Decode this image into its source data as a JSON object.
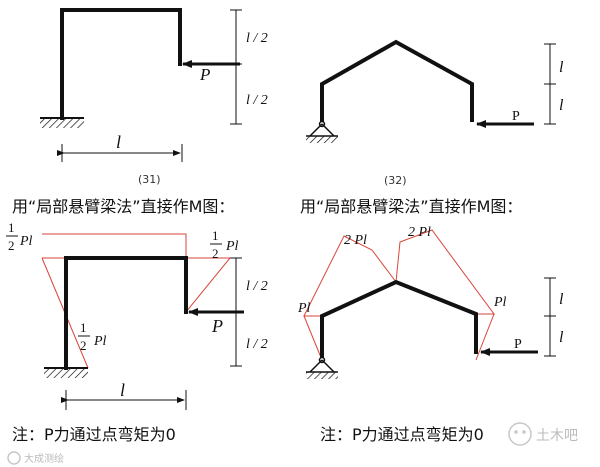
{
  "fig31": {
    "caption": "(31)",
    "load": "P",
    "span": "l",
    "half_top": "l / 2",
    "half_bottom": "l / 2"
  },
  "fig32": {
    "caption": "(32)",
    "load": "P",
    "dim_top": "l",
    "dim_bottom": "l"
  },
  "left_method": "用“局部悬臂梁法”直接作M图：",
  "right_method": "用“局部悬臂梁法”直接作M图：",
  "m31": {
    "frac_num": "1",
    "frac_den": "2",
    "pl": "Pl",
    "load": "P",
    "span": "l",
    "half_top": "l / 2",
    "half_bottom": "l / 2"
  },
  "m32": {
    "two_pl_left": "2 Pl",
    "two_pl_right": "2 Pl",
    "pl_left": "Pl",
    "pl_right": "Pl",
    "load": "P",
    "dim_top": "l",
    "dim_bottom": "l"
  },
  "note_left": "注：P力通过点弯矩为0",
  "note_right": "注：P力通过点弯矩为0",
  "watermark_left": "大成测绘",
  "watermark_right": "土木吧"
}
